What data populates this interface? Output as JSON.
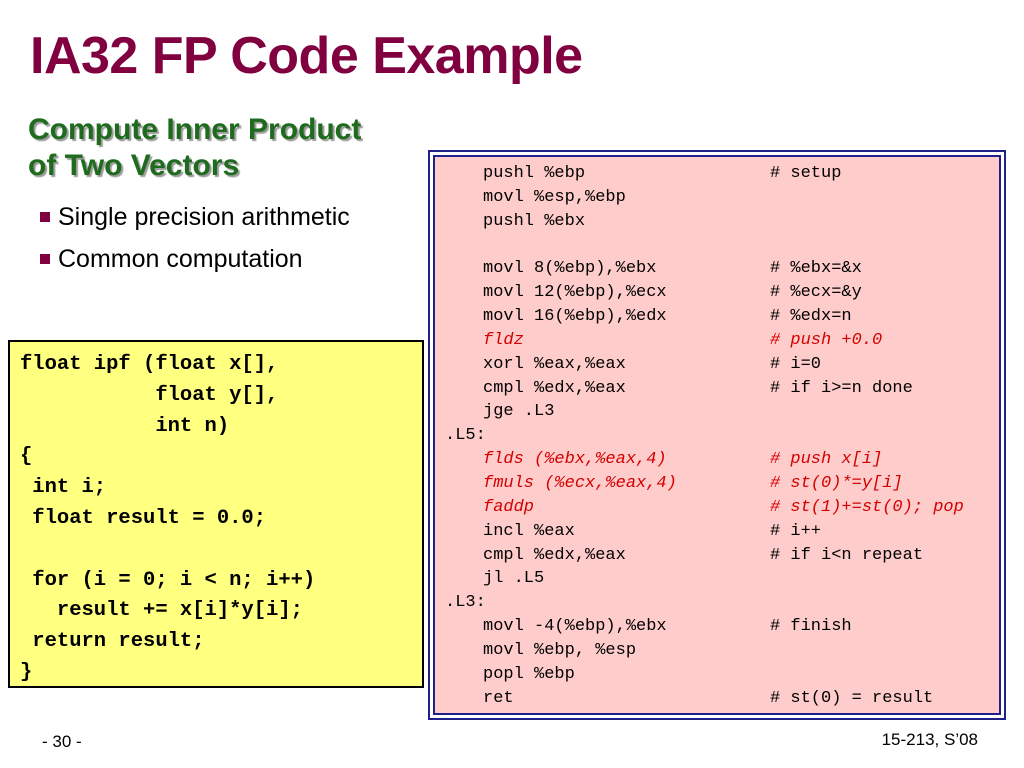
{
  "slide": {
    "title": "IA32 FP Code Example",
    "subtitle_line1": "Compute Inner Product",
    "subtitle_line2": "of Two Vectors",
    "bullets": [
      "Single precision arithmetic",
      "Common computation"
    ],
    "c_code": [
      "float ipf (float x[],",
      "           float y[],",
      "           int n)",
      "{",
      " int i;",
      " float result = 0.0;",
      "",
      " for (i = 0; i < n; i++)",
      "   result += x[i]*y[i];",
      " return result;",
      "}"
    ],
    "asm": [
      {
        "label": "",
        "instr": "pushl %ebp",
        "comment": "# setup",
        "highlight": false
      },
      {
        "label": "",
        "instr": "movl %esp,%ebp",
        "comment": "",
        "highlight": false
      },
      {
        "label": "",
        "instr": "pushl %ebx",
        "comment": "",
        "highlight": false
      },
      {
        "label": "",
        "instr": "",
        "comment": "",
        "highlight": false
      },
      {
        "label": "",
        "instr": "movl 8(%ebp),%ebx",
        "comment": "# %ebx=&x",
        "highlight": false
      },
      {
        "label": "",
        "instr": "movl 12(%ebp),%ecx",
        "comment": "# %ecx=&y",
        "highlight": false
      },
      {
        "label": "",
        "instr": "movl 16(%ebp),%edx",
        "comment": "# %edx=n",
        "highlight": false
      },
      {
        "label": "",
        "instr": "fldz",
        "comment": "# push +0.0",
        "highlight": true
      },
      {
        "label": "",
        "instr": "xorl %eax,%eax",
        "comment": "# i=0",
        "highlight": false
      },
      {
        "label": "",
        "instr": "cmpl %edx,%eax",
        "comment": "# if i>=n done",
        "highlight": false
      },
      {
        "label": "",
        "instr": "jge .L3",
        "comment": "",
        "highlight": false
      },
      {
        "label": ".L5:",
        "instr": "",
        "comment": "",
        "highlight": false
      },
      {
        "label": "",
        "instr": "flds (%ebx,%eax,4)",
        "comment": "# push x[i]",
        "highlight": true
      },
      {
        "label": "",
        "instr": "fmuls (%ecx,%eax,4)",
        "comment": "# st(0)*=y[i]",
        "highlight": true
      },
      {
        "label": "",
        "instr": "faddp",
        "comment": "# st(1)+=st(0); pop",
        "highlight": true
      },
      {
        "label": "",
        "instr": "incl %eax",
        "comment": "# i++",
        "highlight": false
      },
      {
        "label": "",
        "instr": "cmpl %edx,%eax",
        "comment": "# if i<n repeat",
        "highlight": false
      },
      {
        "label": "",
        "instr": "jl .L5",
        "comment": "",
        "highlight": false
      },
      {
        "label": ".L3:",
        "instr": "",
        "comment": "",
        "highlight": false
      },
      {
        "label": "",
        "instr": "movl -4(%ebp),%ebx",
        "comment": "# finish",
        "highlight": false
      },
      {
        "label": "",
        "instr": "movl %ebp, %esp",
        "comment": "",
        "highlight": false
      },
      {
        "label": "",
        "instr": "popl %ebp",
        "comment": "",
        "highlight": false
      },
      {
        "label": "",
        "instr": "ret",
        "comment": "# st(0) = result",
        "highlight": false
      }
    ],
    "page_number": "- 30 -",
    "course": "15-213, S’08"
  },
  "colors": {
    "title": "#800040",
    "subtitle": "#1e6b1e",
    "c_box_bg": "#ffff80",
    "asm_box_bg": "#ffcccc",
    "asm_border": "#20208a",
    "highlight_text": "#d40000"
  }
}
